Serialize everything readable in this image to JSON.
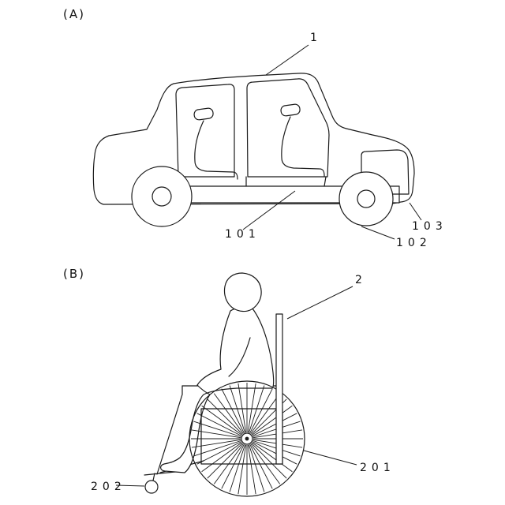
{
  "figure_a": {
    "label": "(A)",
    "refs": {
      "r1": "1",
      "r101": "101",
      "r102": "102",
      "r103": "103"
    }
  },
  "figure_b": {
    "label": "(B)",
    "refs": {
      "r2": "2",
      "r201": "201",
      "r202": "202"
    }
  },
  "colors": {
    "ink": "#1a1a1a",
    "paper": "#ffffff"
  }
}
